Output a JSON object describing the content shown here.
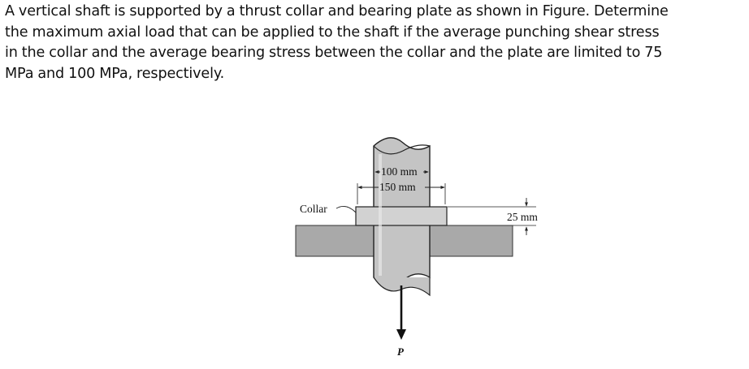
{
  "problem": {
    "lines": [
      "A vertical shaft is supported by a thrust collar and bearing plate as shown in Figure. Determine",
      "the maximum axial load that can be applied to the shaft if the average punching shear stress",
      "in the collar and the average bearing stress between the collar and the plate are limited to 75",
      "MPa and 100 MPa, respectively."
    ]
  },
  "figure": {
    "labels": {
      "shaft_diameter": "100 mm",
      "collar_diameter": "150 mm",
      "collar": "Collar",
      "thickness": "25 mm",
      "load": "P"
    },
    "colors": {
      "shaft_fill": "#c4c4c4",
      "collar_fill": "#d2d2d2",
      "plate_fill": "#a9a9a9",
      "outline": "#222222"
    }
  }
}
